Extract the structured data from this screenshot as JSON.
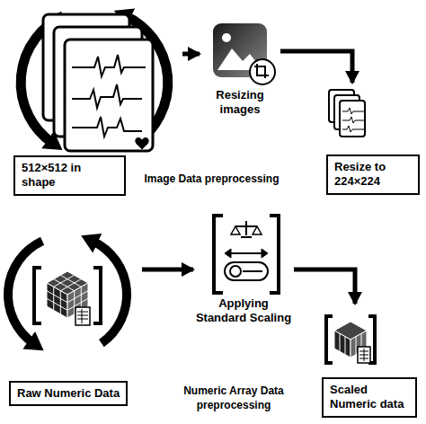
{
  "diagram": {
    "nodes": [
      {
        "text": [
          "512×512 in shape"
        ]
      },
      {
        "text": [
          "Resizing images"
        ]
      },
      {
        "text": [
          "Resize to 224×224"
        ]
      },
      {
        "text": [
          "Raw Numeric Data"
        ]
      },
      {
        "text": [
          "Applying Standard Scaling"
        ]
      },
      {
        "text": [
          "Scaled Numeric data"
        ]
      }
    ],
    "edges": [
      {
        "from": 0,
        "to": 1,
        "arrow": "to"
      },
      {
        "from": 1,
        "to": 2,
        "arrow": "to"
      },
      {
        "from": 3,
        "to": 4,
        "arrow": "to"
      },
      {
        "from": 4,
        "to": 5,
        "arrow": "to"
      }
    ],
    "labels": [
      "Image Data preprocessing",
      "Numeric Array Data preprocessing"
    ]
  }
}
